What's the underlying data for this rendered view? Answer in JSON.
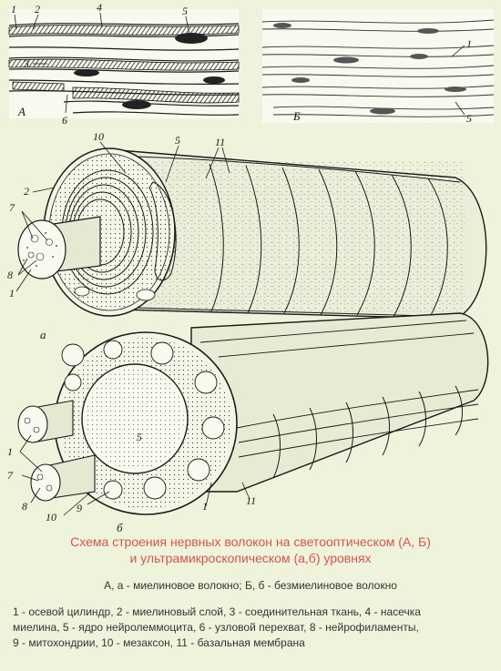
{
  "panel_labels": {
    "A": "А",
    "B": "Б",
    "a": "а",
    "b": "б"
  },
  "figure_numbers": {
    "top_left": [
      "1",
      "2",
      "4",
      "5",
      "3",
      "6"
    ],
    "top_right": [
      "1",
      "5"
    ],
    "myelin_fiber": [
      "10",
      "5",
      "11",
      "2",
      "7",
      "8",
      "1"
    ],
    "unmyelin_fiber": [
      "5",
      "1",
      "7",
      "8",
      "10",
      "9",
      "1",
      "11"
    ]
  },
  "caption": {
    "line1": "Схема строения нервных волокон на светооптическом (А, Б)",
    "line2": "и ультрамикроскопическом (а,б) уровнях"
  },
  "subcaption": "А, а - миелиновое волокно;  Б, б - безмиелиновое волокно",
  "legend": {
    "line1": "1 - осевой цилиндр, 2 - миелиновый слой, 3 - соединительная ткань, 4 - насечка",
    "line2": "миелина, 5 - ядро нейролеммоцита,  6 - узловой перехват, 8 - нейрофиламенты,",
    "line3": "9 - митохондрии, 10 - мезаксон, 11 - базальная мембрана"
  },
  "colors": {
    "background": "#eef4dc",
    "ink": "#1a1a1a",
    "caption": "#d9534f"
  }
}
